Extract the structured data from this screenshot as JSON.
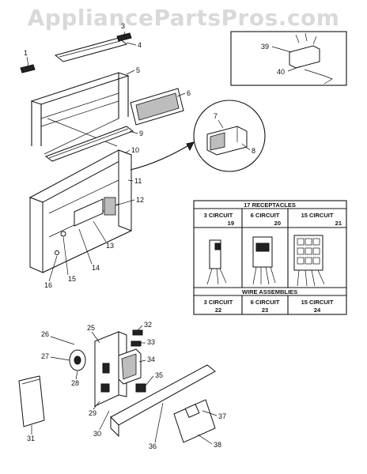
{
  "watermark": "AppliancePartsPros.com",
  "callouts": [
    "1",
    "3",
    "4",
    "5",
    "6",
    "7",
    "8",
    "9",
    "10",
    "11",
    "12",
    "13",
    "14",
    "15",
    "16",
    "25",
    "26",
    "27",
    "28",
    "29",
    "30",
    "31",
    "32",
    "33",
    "34",
    "35",
    "36",
    "37",
    "38",
    "39",
    "40"
  ],
  "table": {
    "receptacles_header": "17 RECEPTACLES",
    "receptacles": [
      {
        "label": "3 CIRCUIT",
        "number": "19"
      },
      {
        "label": "6 CIRCUIT",
        "number": "20"
      },
      {
        "label": "15 CIRCUIT",
        "number": "21"
      }
    ],
    "wires_header": "WIRE ASSEMBLIES",
    "wires": [
      {
        "label": "3 CIRCUIT",
        "number": "22"
      },
      {
        "label": "6 CIRCUIT",
        "number": "23"
      },
      {
        "label": "15 CIRCUIT",
        "number": "24"
      }
    ]
  }
}
